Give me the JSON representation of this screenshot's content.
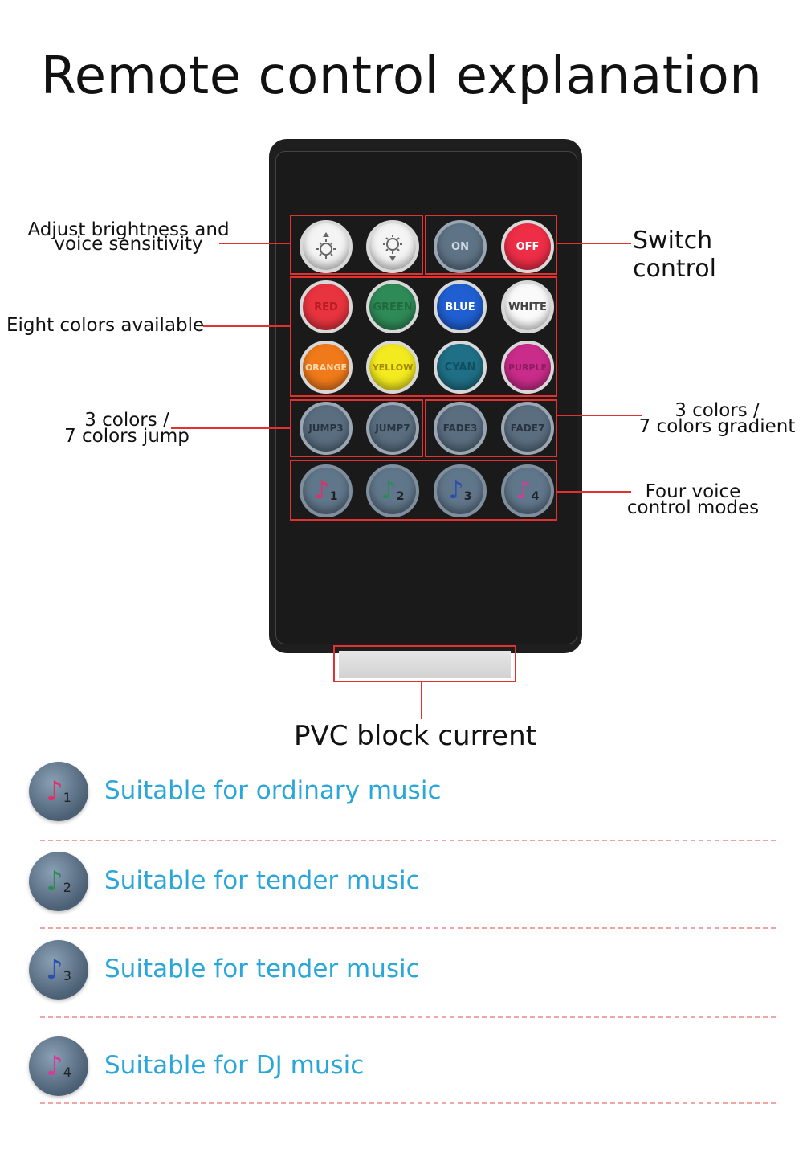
{
  "title": "Remote control explanation",
  "remote": {
    "brightness_row": [
      {
        "name": "brightness-up-button",
        "label": "",
        "icon": "sun-up-icon"
      },
      {
        "name": "brightness-down-button",
        "label": "",
        "icon": "sun-down-icon"
      },
      {
        "name": "on-button",
        "label": "ON"
      },
      {
        "name": "off-button",
        "label": "OFF"
      }
    ],
    "colors_row1": [
      "RED",
      "GREEN",
      "BLUE",
      "WHITE"
    ],
    "colors_row2": [
      "ORANGE",
      "YELLOW",
      "CYAN",
      "PURPLE"
    ],
    "effects_row": [
      "JUMP3",
      "JUMP7",
      "FADE3",
      "FADE7"
    ],
    "voice_row": [
      "1",
      "2",
      "3",
      "4"
    ],
    "note_glyph": "♪"
  },
  "labels": {
    "brightness_line1": "Adjust brightness and",
    "brightness_line2": "voice sensitivity",
    "switch": "Switch control",
    "eight_colors": "Eight colors available",
    "jump_line1": "3 colors /",
    "jump_line2": "7 colors jump",
    "gradient_line1": "3 colors /",
    "gradient_line2": "7 colors gradient",
    "voice_line1": "Four voice",
    "voice_line2": "control modes",
    "pvc": "PVC block current"
  },
  "legend": [
    {
      "num": "1",
      "text": "Suitable for ordinary music",
      "color": "#e0306a"
    },
    {
      "num": "2",
      "text": "Suitable for tender music",
      "color": "#2e8b57"
    },
    {
      "num": "3",
      "text": "Suitable for tender music",
      "color": "#2b4fae"
    },
    {
      "num": "4",
      "text": "Suitable for DJ music",
      "color": "#d83a9a"
    }
  ],
  "colors": {
    "annotation_red": "#e53030",
    "legend_text": "#2aa7d8"
  }
}
